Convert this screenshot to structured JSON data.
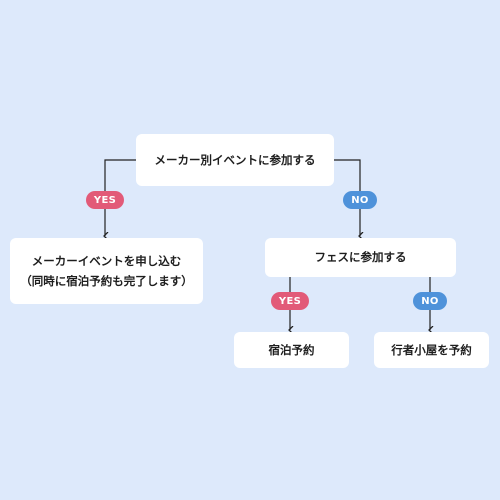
{
  "colors": {
    "background": "#dde9fb",
    "node": "#ffffff",
    "yes": "#e25a78",
    "no": "#4e92da",
    "line": "#222222"
  },
  "nodes": {
    "root": "メーカー別イベントに参加する",
    "maker_line1": "メーカーイベントを申し込む",
    "maker_line2": "（同時に宿泊予約も完了します）",
    "fes": "フェスに参加する",
    "lodging": "宿泊予約",
    "hut": "行者小屋を予約"
  },
  "badges": {
    "yes": "YES",
    "no": "NO"
  }
}
